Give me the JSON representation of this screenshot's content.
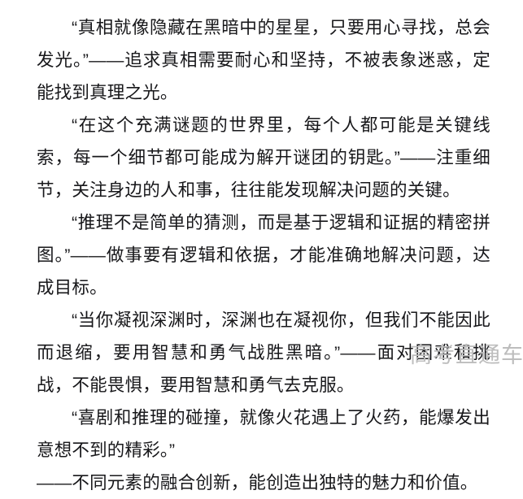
{
  "document": {
    "background_color": "#ffffff",
    "text_color": "#17171a",
    "paragraphs": [
      {
        "id": "quote-truth-star",
        "text": "“真相就像隐藏在黑暗中的星星，只要用心寻找，总会发光。”——追求真相需要耐心和坚持，不被表象迷惑，定能找到真理之光。"
      },
      {
        "id": "quote-riddle-world",
        "text": "“在这个充满谜题的世界里，每个人都可能是关键线索，每一个细节都可能成为解开谜团的钥匙。”——注重细节，关注身边的人和事，往往能发现解决问题的关键。"
      },
      {
        "id": "quote-reasoning-logic",
        "text": "“推理不是简单的猜测，而是基于逻辑和证据的精密拼图。”——做事要有逻辑和依据，才能准确地解决问题，达成目标。"
      },
      {
        "id": "quote-abyss-gaze",
        "text": "“当你凝视深渊时，深渊也在凝视你，但我们不能因此而退缩，要用智慧和勇气战胜黑暗。”——面对困难和挑战，不能畏惧，要用智慧和勇气去克服。"
      },
      {
        "id": "quote-comedy-mystery",
        "text": "“喜剧和推理的碰撞，就像火花遇上了火药，能爆发出意想不到的精彩。”"
      },
      {
        "id": "commentary-fusion-innovation",
        "text": "——不同元素的融合创新，能创造出独特的魅力和价值。"
      }
    ]
  },
  "watermark": {
    "text": "高考直通车",
    "color": "#bdbdbd"
  }
}
